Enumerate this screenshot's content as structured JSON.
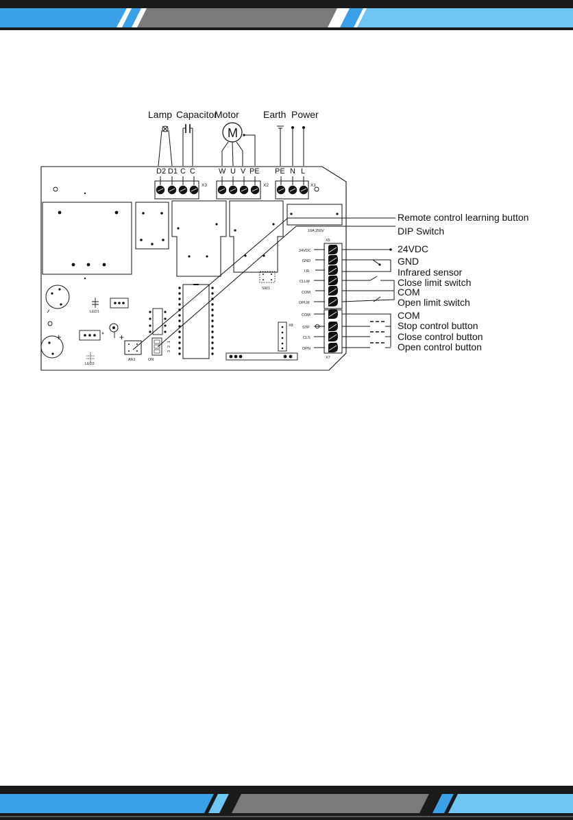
{
  "diagram": {
    "top_labels": [
      "Lamp",
      "Capacitor",
      "Motor",
      "Earth",
      "Power"
    ],
    "motor_symbol": "M",
    "x3_pins": [
      "D2",
      "D1",
      "C",
      "C"
    ],
    "x2_pins": [
      "W",
      "U",
      "V",
      "PE"
    ],
    "x1_pins": [
      "PE",
      "N",
      "L"
    ],
    "connectors": {
      "x3": "X3",
      "x2": "X2",
      "x1": "X1",
      "x5": "X5",
      "x7": "X7",
      "x8": "X8",
      "sw1": "SW1",
      "an1": "AN1",
      "on": "ON",
      "led1": "LED1",
      "led2": "LED2"
    },
    "fuse_rating": "10A 250V",
    "callouts": [
      "Remote control learning button",
      "DIP Switch"
    ],
    "x5_pins": [
      "24VDC",
      "GND",
      "I.R",
      "CLLM",
      "COM",
      "OPLM"
    ],
    "x7_pins": [
      "COM",
      "STP",
      "CLS",
      "OPN"
    ],
    "x5_labels": [
      "24VDC",
      "GND",
      "Infrared sensor",
      "Close limit switch",
      "COM",
      "Open limit switch"
    ],
    "x7_labels": [
      "COM",
      "Stop control button",
      "Close control button",
      "Open control button"
    ],
    "dip_numbers": [
      "1",
      "2",
      "3"
    ],
    "colors": {
      "header_blue": "#3aa0e8",
      "header_light": "#6ec6f5",
      "header_gray": "#7a7a7a",
      "band_black": "#1a1a1a"
    }
  }
}
